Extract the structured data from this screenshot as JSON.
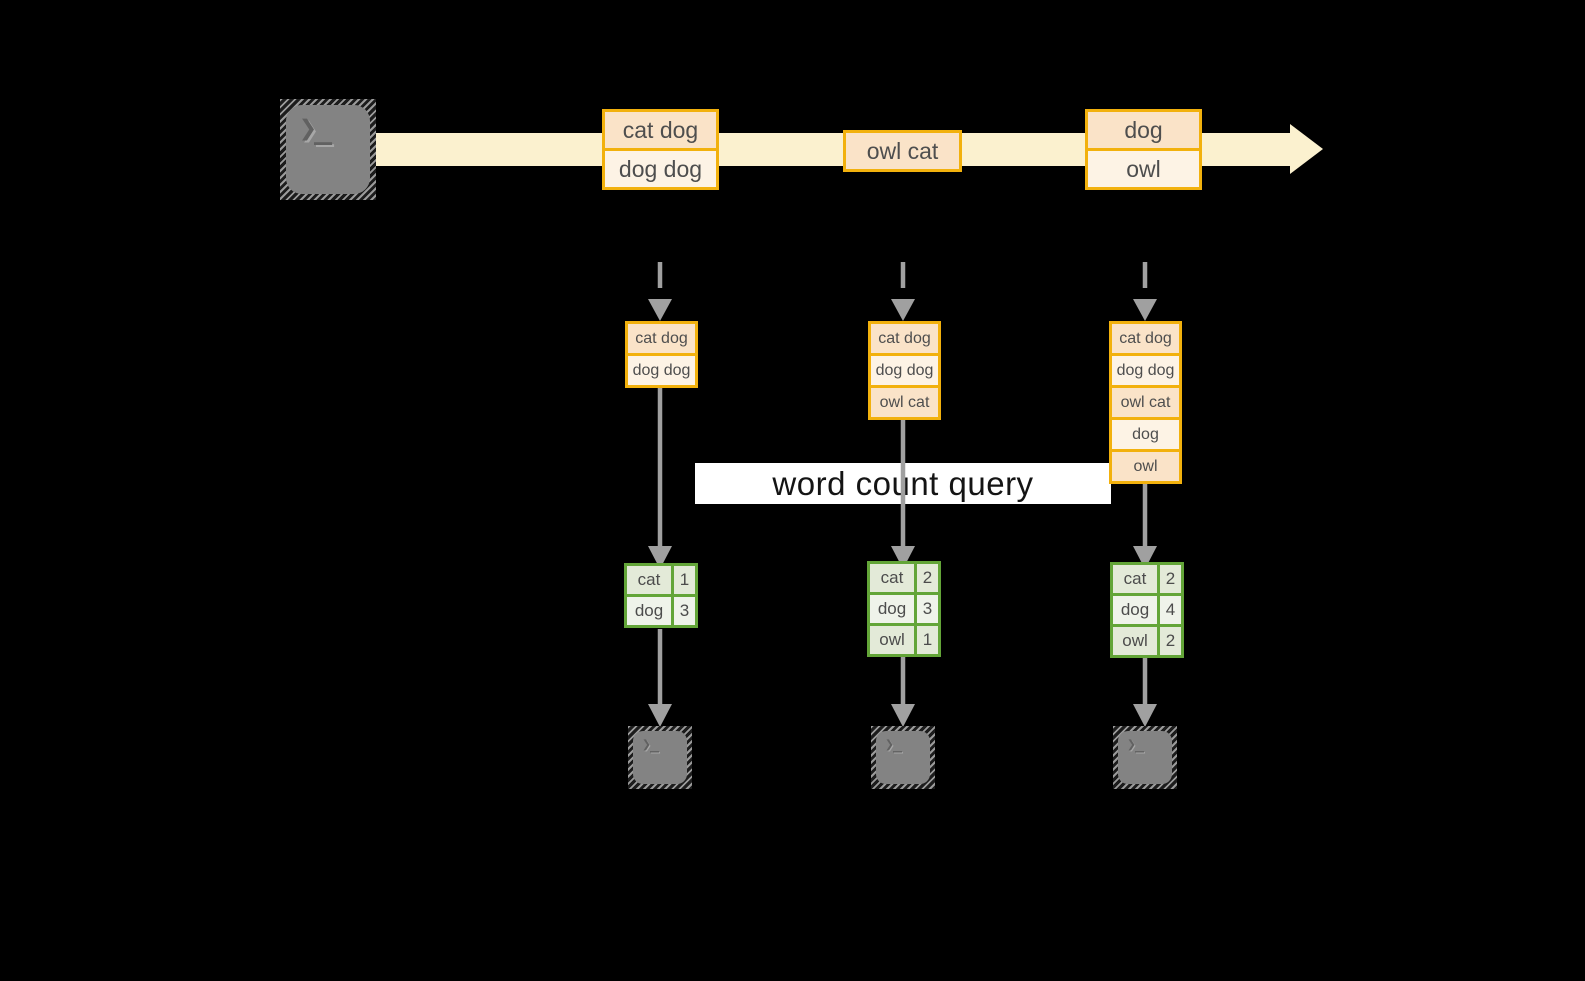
{
  "banner": {
    "label": "word count query"
  },
  "icons": {
    "terminal_glyph": "❯_"
  },
  "colors": {
    "background": "#000000",
    "stream_band": "#FBF1CF",
    "box_border": "#F2B10D",
    "cell_peach": "#FAE3C8",
    "cell_cream": "#FDF3E5",
    "table_border": "#63A538",
    "row_sage": "#E3EAD8",
    "row_light": "#EFF3EA",
    "arrow_gray": "#A0A0A0",
    "terminal_gray": "#838383"
  },
  "stream": {
    "events": [
      {
        "lines": [
          "cat dog",
          "dog dog"
        ]
      },
      {
        "lines": [
          "owl cat"
        ]
      },
      {
        "lines": [
          "dog",
          "owl"
        ]
      }
    ]
  },
  "columns": [
    {
      "buffer": [
        "cat dog",
        "dog dog"
      ],
      "counts": [
        {
          "word": "cat",
          "count": "1"
        },
        {
          "word": "dog",
          "count": "3"
        }
      ]
    },
    {
      "buffer": [
        "cat dog",
        "dog dog",
        "owl cat"
      ],
      "counts": [
        {
          "word": "cat",
          "count": "2"
        },
        {
          "word": "dog",
          "count": "3"
        },
        {
          "word": "owl",
          "count": "1"
        }
      ]
    },
    {
      "buffer": [
        "cat dog",
        "dog dog",
        "owl cat",
        "dog",
        "owl"
      ],
      "counts": [
        {
          "word": "cat",
          "count": "2"
        },
        {
          "word": "dog",
          "count": "4"
        },
        {
          "word": "owl",
          "count": "2"
        }
      ]
    }
  ]
}
